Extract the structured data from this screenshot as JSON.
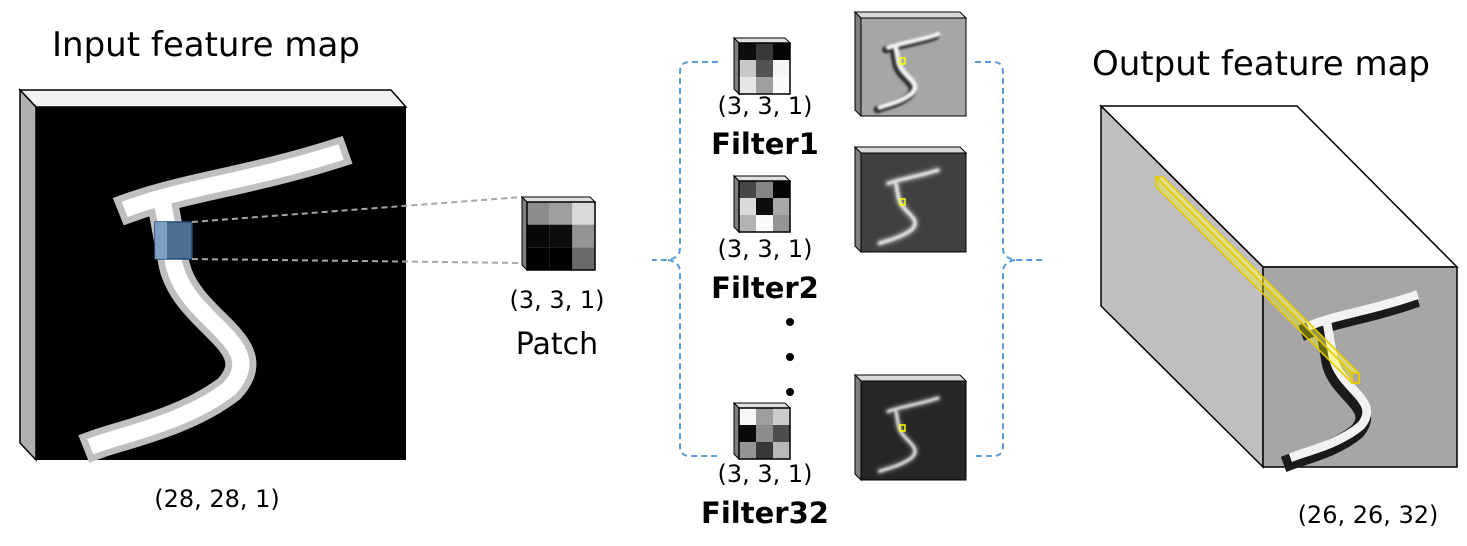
{
  "input": {
    "title": "Input feature map",
    "dims": "(28, 28, 1)"
  },
  "patch": {
    "dims": "(3, 3, 1)",
    "label": "Patch",
    "cells": [
      0.55,
      0.62,
      0.85,
      0.03,
      0.05,
      0.58,
      0.0,
      0.0,
      0.42
    ]
  },
  "filters": [
    {
      "name": "Filter1",
      "dims": "(3, 3, 1)",
      "cells": [
        0.05,
        0.22,
        0.02,
        0.78,
        0.32,
        0.96,
        0.9,
        0.62,
        0.98
      ]
    },
    {
      "name": "Filter2",
      "dims": "(3, 3, 1)",
      "cells": [
        0.28,
        0.52,
        0.02,
        0.86,
        0.05,
        0.66,
        0.7,
        0.98,
        0.58
      ]
    },
    {
      "name": "Filter32",
      "dims": "(3, 3, 1)",
      "cells": [
        0.97,
        0.62,
        0.8,
        0.04,
        0.55,
        0.3,
        0.58,
        0.22,
        0.72
      ]
    }
  ],
  "output": {
    "title": "Output feature map",
    "dims": "(26, 26, 32)"
  },
  "colors": {
    "highlight": "#ffff00",
    "bracket": "#5b9bd5",
    "connector": "#a6a6a6",
    "patch_select": "#9dc3e6"
  }
}
